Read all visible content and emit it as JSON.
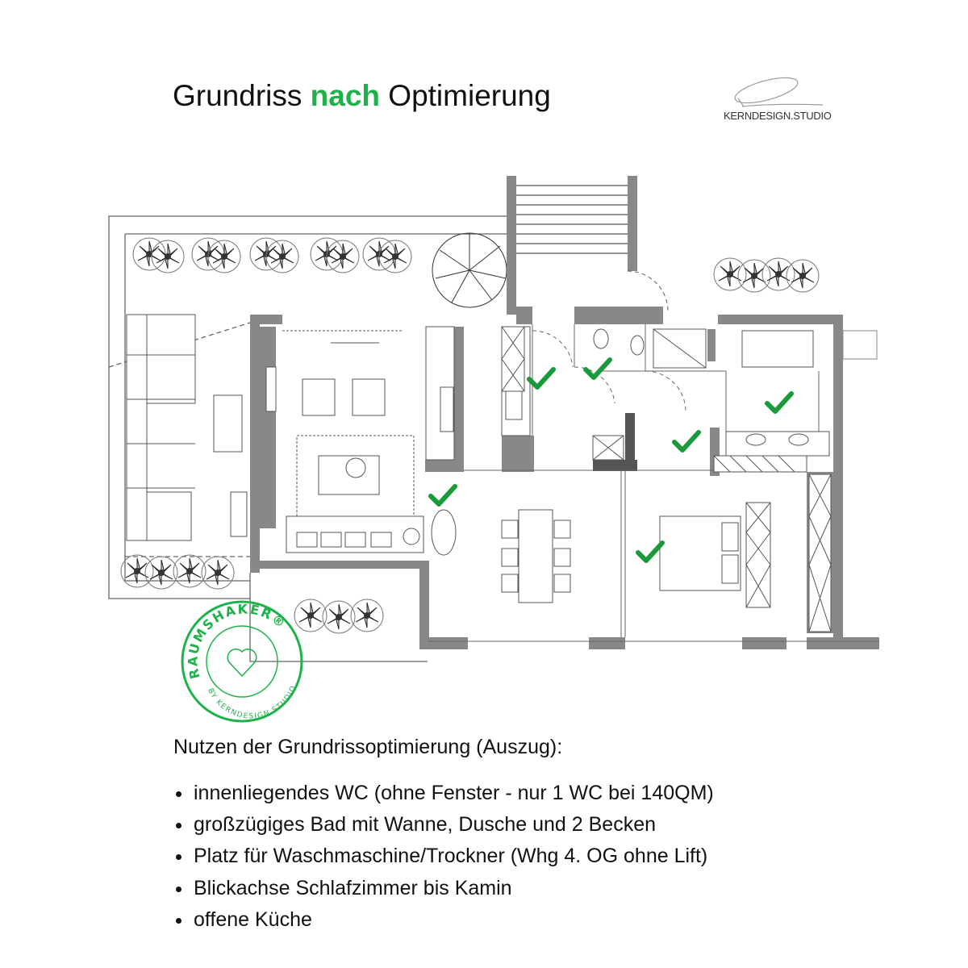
{
  "header": {
    "title_prefix": "Grundriss ",
    "title_highlight": "nach",
    "title_suffix": " Optimierung",
    "accent_color": "#1fb24a"
  },
  "logo": {
    "text": "KERNDESIGN.STUDIO"
  },
  "stamp": {
    "brand": "RAUMSHAKER®",
    "byline": "BY KERNDESIGN.STUDIO",
    "color": "#1fb24a"
  },
  "benefits": {
    "heading": "Nutzen der Grundrissoptimierung (Auszug):",
    "items": [
      "innenliegendes WC (ohne Fenster - nur 1 WC bei 140QM)",
      "großzügiges Bad mit Wanne, Dusche und 2 Becken",
      "Platz für Waschmaschine/Trockner (Whg 4. OG ohne Lift)",
      "Blickachse Schlafzimmer bis Kamin",
      "offene Küche"
    ]
  }
}
